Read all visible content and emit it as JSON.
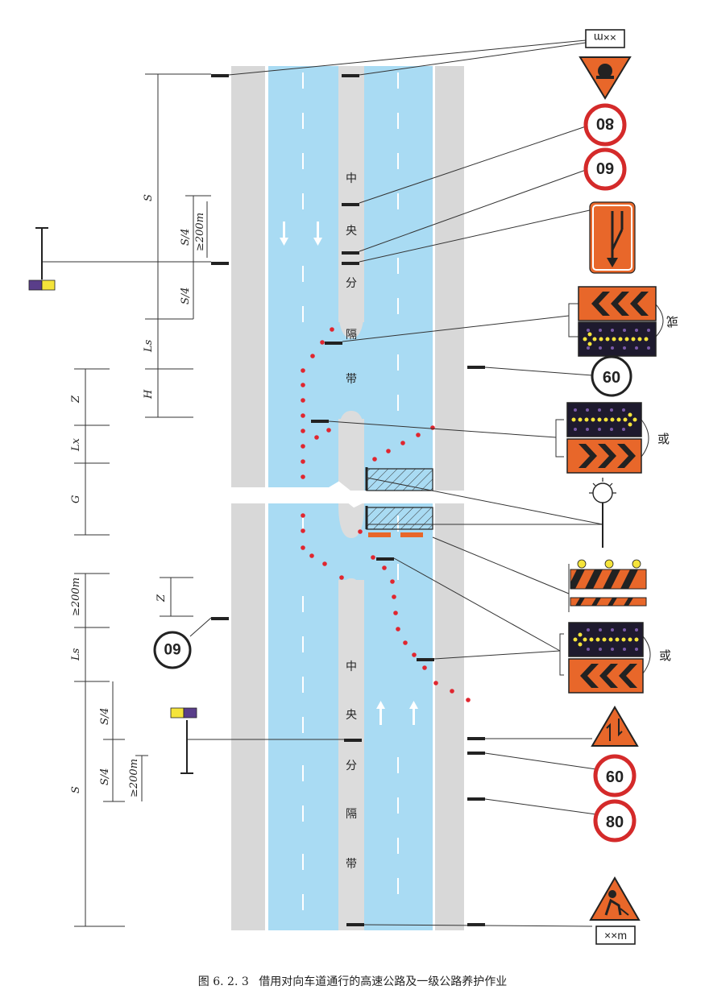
{
  "caption": {
    "figure_number": "图 6. 2. 3",
    "title": "借用对向车道通行的高速公路及一级公路养护作业"
  },
  "median_label_top": [
    "中",
    "央",
    "分",
    "隔",
    "带"
  ],
  "median_label_bottom": [
    "中",
    "央",
    "分",
    "隔",
    "带"
  ],
  "dimensions_left": {
    "S_top": "S",
    "S4_a": "S/4",
    "ge200_a": "≥200m",
    "S4_b": "S/4",
    "Ls_top": "Ls",
    "H": "H",
    "Z_top": "Z",
    "Lx": "Lx",
    "G": "G",
    "ge200_b": "≥200m",
    "Z_bottom": "Z",
    "Ls_bottom": "Ls",
    "S4_c": "S/4",
    "S4_d": "S/4",
    "ge200_c": "≥200m",
    "S_bottom": "S"
  },
  "signs": {
    "distance_plate_top": "××m",
    "distance_plate_bottom": "××m",
    "speed_80_top": "80",
    "speed_60_top": "60",
    "speed_60_mid": "60",
    "speed_60_left": "60",
    "speed_60_bottom": "60",
    "speed_80_bottom": "80",
    "or_1": "或",
    "or_2": "或",
    "or_3": "或"
  },
  "colors": {
    "lane_blue": "#a9dbf3",
    "shoulder_gray": "#d8d8d8",
    "cone_red": "#e0262f",
    "sign_orange": "#e8672a",
    "sign_red": "#d42a2a",
    "arrow_board_yellow": "#f5e43a",
    "arrow_board_purple": "#5a3e8a"
  }
}
